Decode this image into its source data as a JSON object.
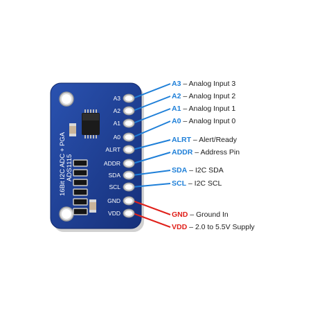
{
  "board": {
    "silkscreen_line1": "16Bit I2C ADC + PGA",
    "silkscreen_line2": "ADS1115"
  },
  "pins": [
    {
      "label": "A3",
      "name": "A3",
      "desc": "Analog Input 3",
      "wire_color": "#1e7fd8"
    },
    {
      "label": "A2",
      "name": "A2",
      "desc": "Analog Input 2",
      "wire_color": "#1e7fd8"
    },
    {
      "label": "A1",
      "name": "A1",
      "desc": "Analog Input 1",
      "wire_color": "#1e7fd8"
    },
    {
      "label": "A0",
      "name": "A0",
      "desc": "Analog Input 0",
      "wire_color": "#1e7fd8"
    },
    {
      "label": "ALRT",
      "name": "ALRT",
      "desc": "Alert/Ready",
      "wire_color": "#1e7fd8"
    },
    {
      "label": "ADDR",
      "name": "ADDR",
      "desc": "Address Pin",
      "wire_color": "#1e7fd8"
    },
    {
      "label": "SDA",
      "name": "SDA",
      "desc": "I2C SDA",
      "wire_color": "#1e7fd8"
    },
    {
      "label": "SCL",
      "name": "SCL",
      "desc": "I2C SCL",
      "wire_color": "#1e7fd8"
    },
    {
      "label": "GND",
      "name": "GND",
      "desc": "Ground In",
      "wire_color": "#e0201a"
    },
    {
      "label": "VDD",
      "name": "VDD",
      "desc": "2.0 to 5.5V Supply",
      "wire_color": "#e0201a"
    }
  ],
  "dash": " – ",
  "colors": {
    "board": "#1e3f94",
    "signal_label": "#1e7fd8",
    "power_label": "#e0201a"
  }
}
